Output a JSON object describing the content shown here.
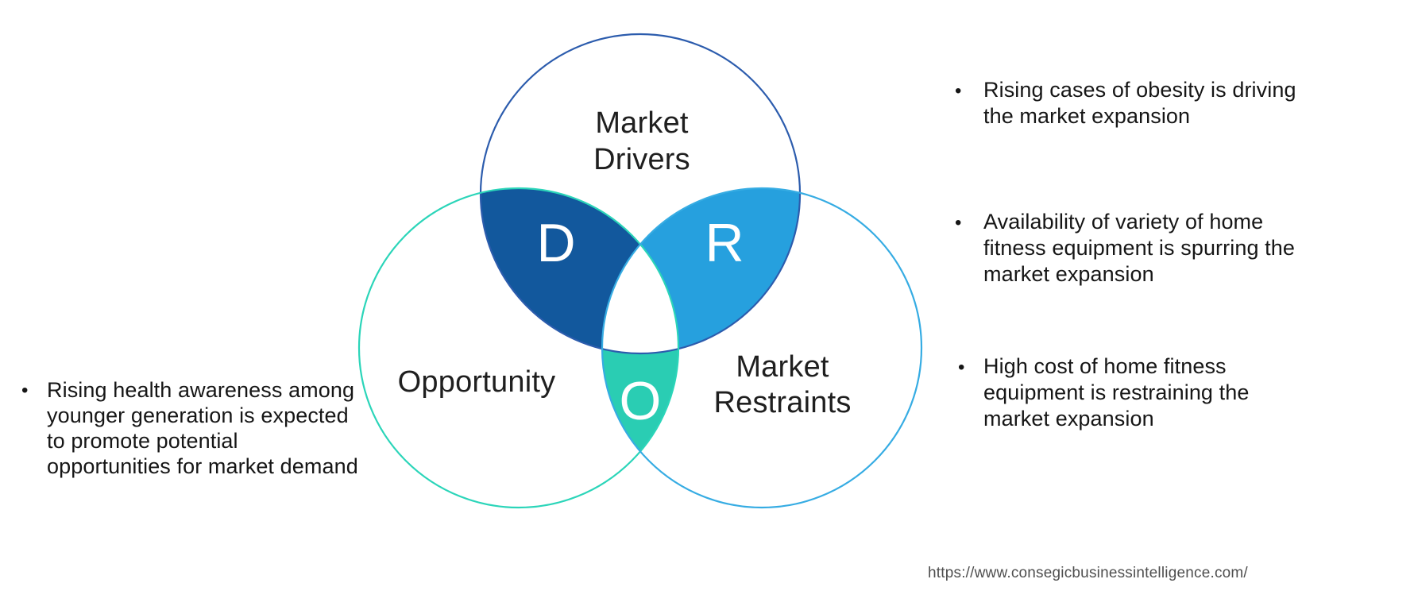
{
  "diagram": {
    "type": "venn-3",
    "marker": "•",
    "circles": [
      {
        "id": "drivers",
        "label": "Market Drivers",
        "letter": "D",
        "stroke_color": "#2c5cad",
        "fill_color": "#12589d"
      },
      {
        "id": "restraints",
        "label": "Market Restraints",
        "letter": "R",
        "stroke_color": "#36ace3",
        "fill_color": "#26a0de"
      },
      {
        "id": "opportunity",
        "label": "Opportunity",
        "letter": "O",
        "stroke_color": "#2bd5b9",
        "fill_color": "#2acdb3"
      }
    ]
  },
  "left_notes": [
    {
      "text": "Rising health awareness among younger generation is expected to promote potential opportunities for market demand"
    }
  ],
  "right_notes": [
    {
      "text": "Rising cases of obesity is driving the market expansion"
    },
    {
      "text": "Availability of variety of home fitness equipment is spurring the market expansion"
    },
    {
      "text": "High cost of home fitness equipment is restraining the market expansion"
    }
  ],
  "footer": {
    "url": "https://www.consegicbusinessintelligence.com/"
  }
}
